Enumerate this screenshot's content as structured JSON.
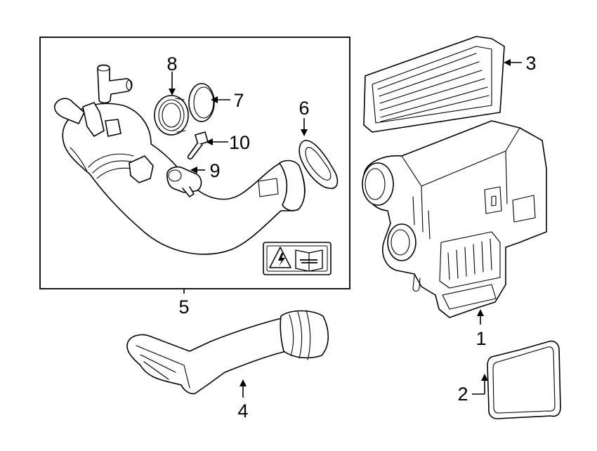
{
  "diagram": {
    "callouts": [
      {
        "id": "1",
        "label": "1",
        "part": "air-cleaner-housing"
      },
      {
        "id": "2",
        "label": "2",
        "part": "housing-gasket"
      },
      {
        "id": "3",
        "label": "3",
        "part": "air-filter-element"
      },
      {
        "id": "4",
        "label": "4",
        "part": "intake-duct"
      },
      {
        "id": "5",
        "label": "5",
        "part": "intake-hose-assembly"
      },
      {
        "id": "6",
        "label": "6",
        "part": "seal-ring"
      },
      {
        "id": "7",
        "label": "7",
        "part": "o-ring"
      },
      {
        "id": "8",
        "label": "8",
        "part": "hose-coupling"
      },
      {
        "id": "9",
        "label": "9",
        "part": "sensor"
      },
      {
        "id": "10",
        "label": "10",
        "part": "bolt"
      }
    ],
    "warning_label": {
      "icons": [
        "electric-hazard-icon",
        "manual-wrench-icon"
      ]
    }
  }
}
